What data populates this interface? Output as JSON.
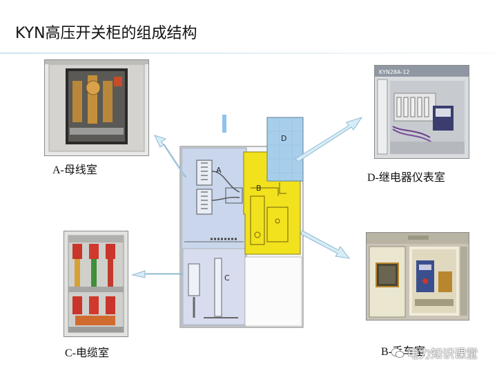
{
  "title": "KYN高压开关柜的组成结构",
  "compartments": {
    "a": "A",
    "b": "B",
    "c": "C",
    "d": "D"
  },
  "captions": {
    "busbar": "A-母线室",
    "relay": "D-继电器仪表室",
    "cable": "C-电缆室",
    "handcart": "B-手车室"
  },
  "relay_photo_label": "KYN28A-12",
  "watermark": "电力知识课堂",
  "colors": {
    "busbar_room": "#c9d6ec",
    "breaker_room": "#f2e21d",
    "relay_room": "#a7cfec",
    "cable_room": "#d7ddee",
    "arrow": "#d6ecf7"
  }
}
